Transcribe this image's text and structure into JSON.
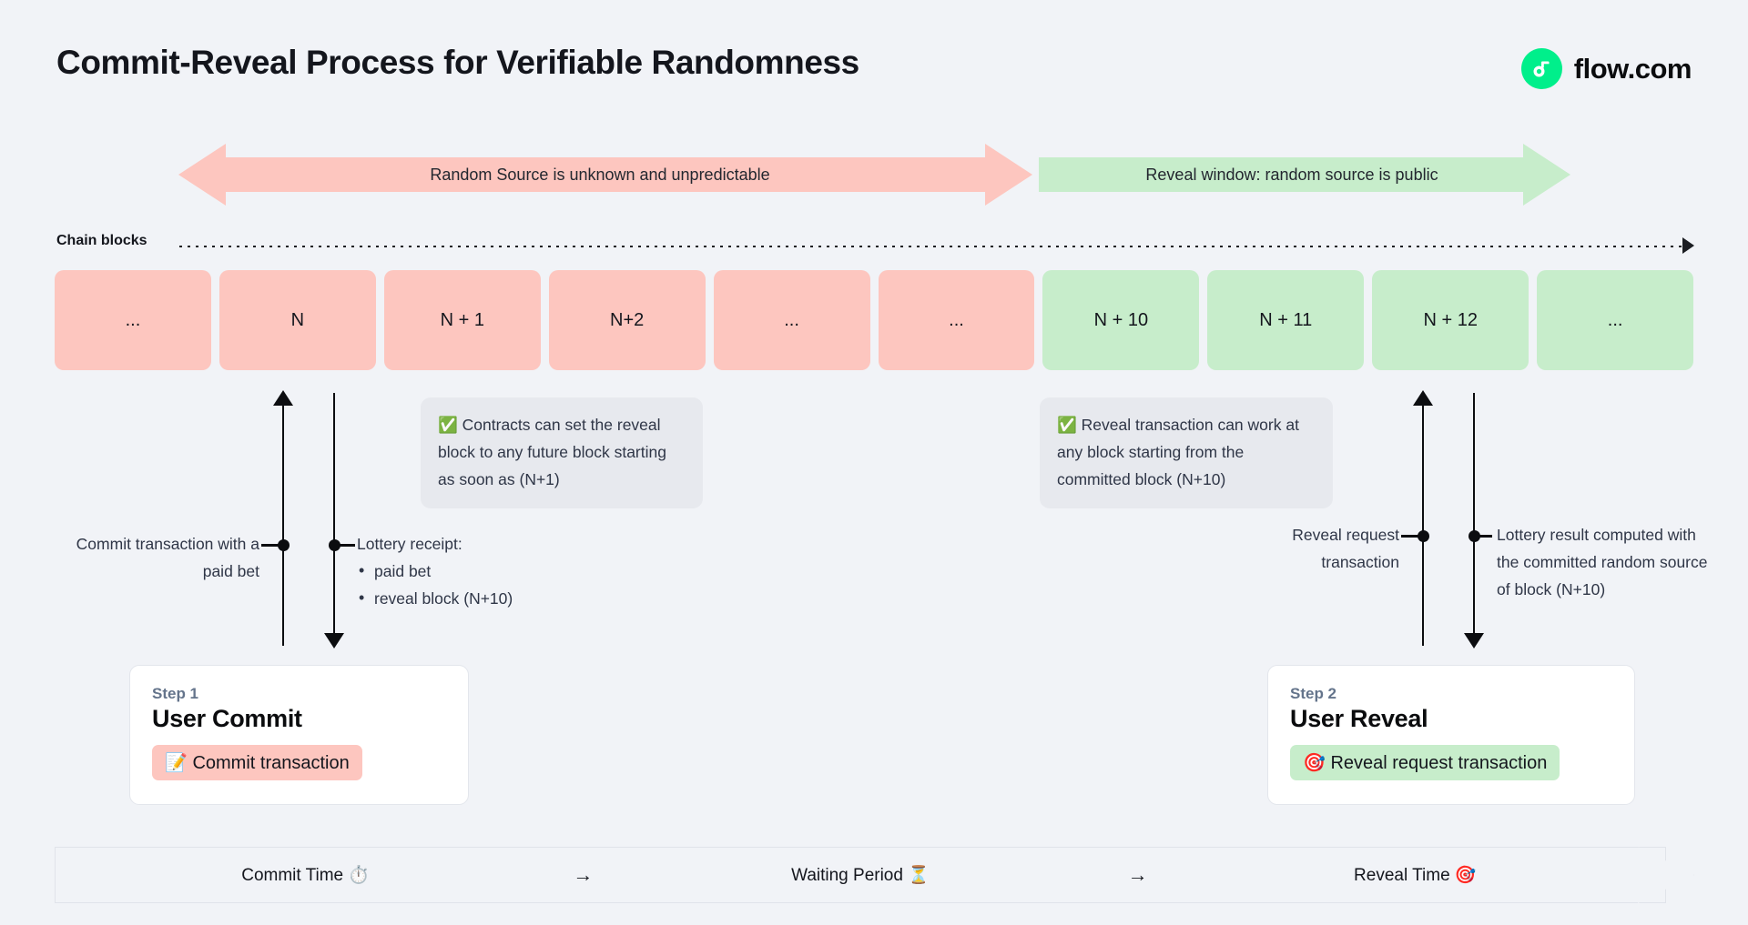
{
  "header": {
    "title": "Commit-Reveal Process for Verifiable Randomness",
    "brand_name": "flow.com",
    "brand_color": "#00ef8b"
  },
  "phases": {
    "unknown_label": "Random Source is unknown and unpredictable",
    "reveal_label": "Reveal window: random source is public",
    "pink": "#fdc6bf",
    "green": "#c7edcb"
  },
  "chain": {
    "label": "Chain blocks",
    "blocks": [
      {
        "label": "...",
        "state": "pink"
      },
      {
        "label": "N",
        "state": "pink"
      },
      {
        "label": "N + 1",
        "state": "pink"
      },
      {
        "label": "N+2",
        "state": "pink"
      },
      {
        "label": "...",
        "state": "pink"
      },
      {
        "label": "...",
        "state": "pink"
      },
      {
        "label": "N + 10",
        "state": "green"
      },
      {
        "label": "N + 11",
        "state": "green"
      },
      {
        "label": "N + 12",
        "state": "green"
      },
      {
        "label": "...",
        "state": "green"
      }
    ]
  },
  "notes": {
    "contracts": "✅ Contracts can set the reveal block to any future block starting as soon as (N+1)",
    "reveal": "✅ Reveal transaction can work at any block starting from the committed block (N+10)"
  },
  "annotations": {
    "commit": "Commit transaction with a paid bet",
    "receipt_title": "Lottery receipt:",
    "receipt_items": [
      "paid bet",
      "reveal block (N+10)"
    ],
    "reveal_request": "Reveal request transaction",
    "lottery_result": "Lottery result computed with the committed random source of block (N+10)"
  },
  "steps": [
    {
      "kicker": "Step 1",
      "title": "User Commit",
      "pill": "📝 Commit transaction"
    },
    {
      "kicker": "Step 2",
      "title": "User Reveal",
      "pill": "🎯 Reveal request transaction"
    }
  ],
  "timeline": {
    "cells": [
      "Commit Time ⏱️",
      "Waiting Period ⏳",
      "Reveal Time 🎯"
    ],
    "separator": "→"
  }
}
